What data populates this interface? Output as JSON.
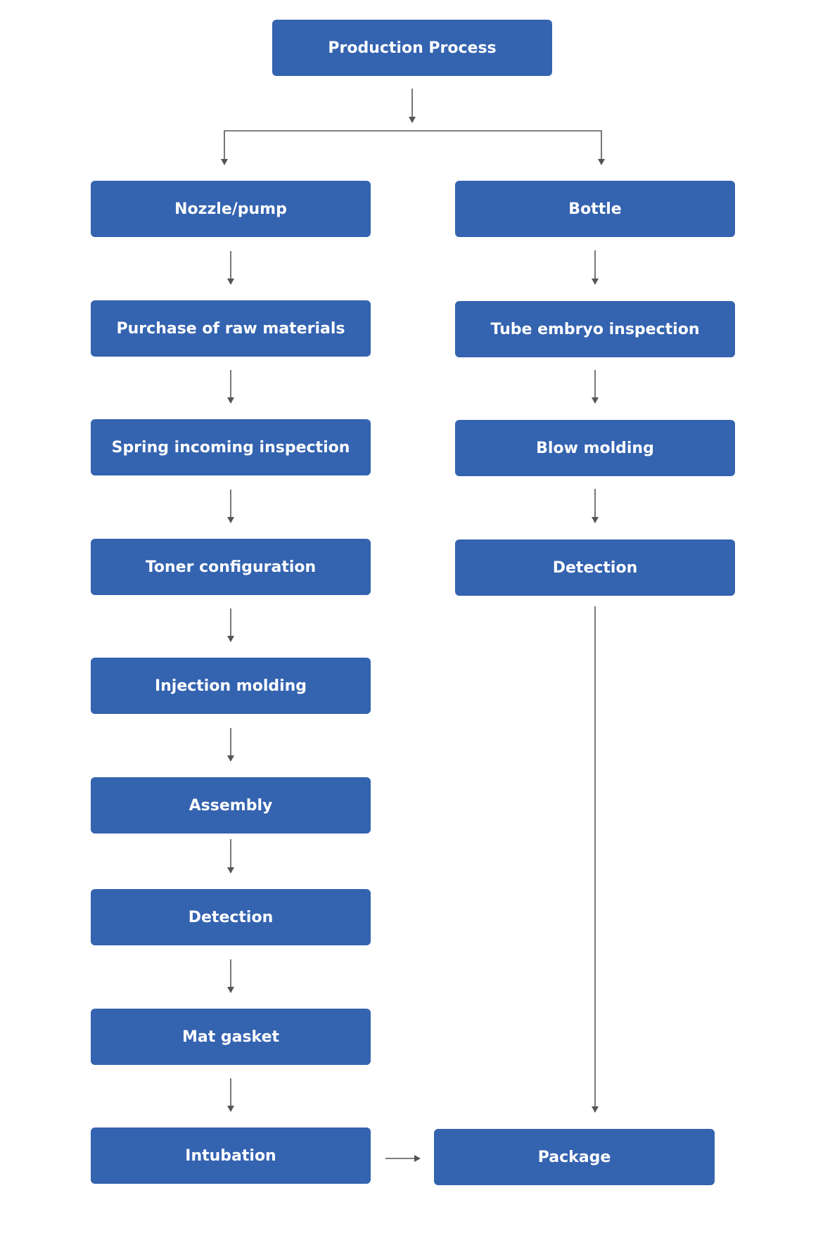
{
  "diagram": {
    "title": "Production Process",
    "left_branch": {
      "header": "Nozzle/pump",
      "steps": [
        "Purchase of raw materials",
        "Spring incoming inspection",
        "Toner configuration",
        "Injection molding",
        "Assembly",
        "Detection",
        "Mat gasket",
        "Intubation"
      ]
    },
    "right_branch": {
      "header": "Bottle",
      "steps": [
        "Tube embryo inspection",
        "Blow molding",
        "Detection"
      ]
    },
    "final_step": "Package",
    "colors": {
      "box": "#3463b0",
      "box_text": "#ffffff",
      "arrow": "#555555"
    }
  }
}
